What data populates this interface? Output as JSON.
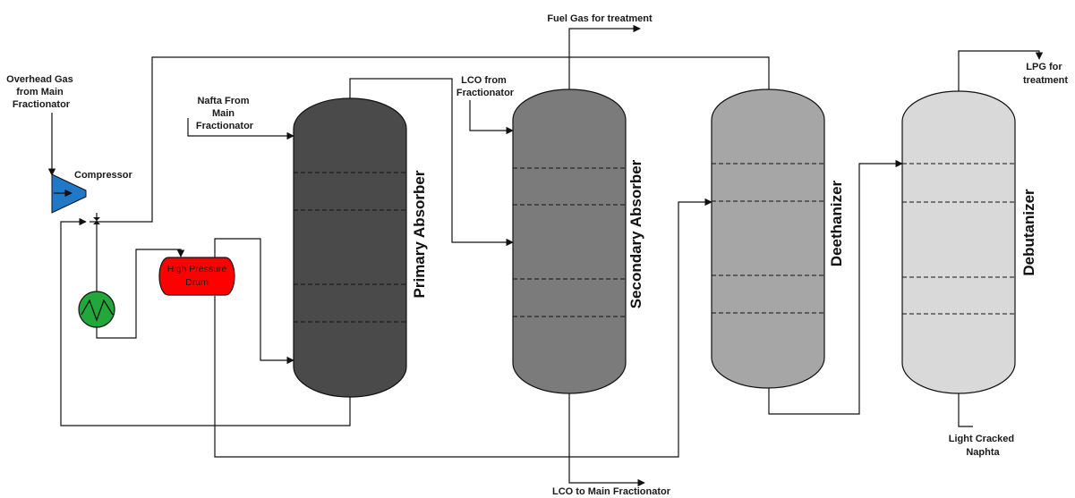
{
  "columns": {
    "primary": {
      "label": "Primary Absorber",
      "color": "#4a4a4a"
    },
    "secondary": {
      "label": "Secondary Absorber",
      "color": "#7b7b7b"
    },
    "deethanizer": {
      "label": "Deethanizer",
      "color": "#a6a6a6"
    },
    "debutanizer": {
      "label": "Debutanizer",
      "color": "#d9d9d9"
    }
  },
  "equipment": {
    "compressor": {
      "label": "Compressor",
      "color": "#1f78c8"
    },
    "drum": {
      "label_line1": "High Pressure",
      "label_line2": "Drum",
      "color": "#ff0000"
    },
    "exchanger": {
      "color": "#22a83a"
    }
  },
  "streams": {
    "overhead_gas": [
      "Overhead Gas",
      "from Main",
      "Fractionator"
    ],
    "nafta": [
      "Nafta From",
      "Main",
      "Fractionator"
    ],
    "lco_from": [
      "LCO from",
      "Fractionator"
    ],
    "fuel_gas": "Fuel Gas for treatment",
    "lpg": [
      "LPG for",
      "treatment"
    ],
    "light_naphtha": [
      "Light Cracked",
      "Naphta"
    ],
    "lco_to": "LCO to Main Fractionator"
  }
}
